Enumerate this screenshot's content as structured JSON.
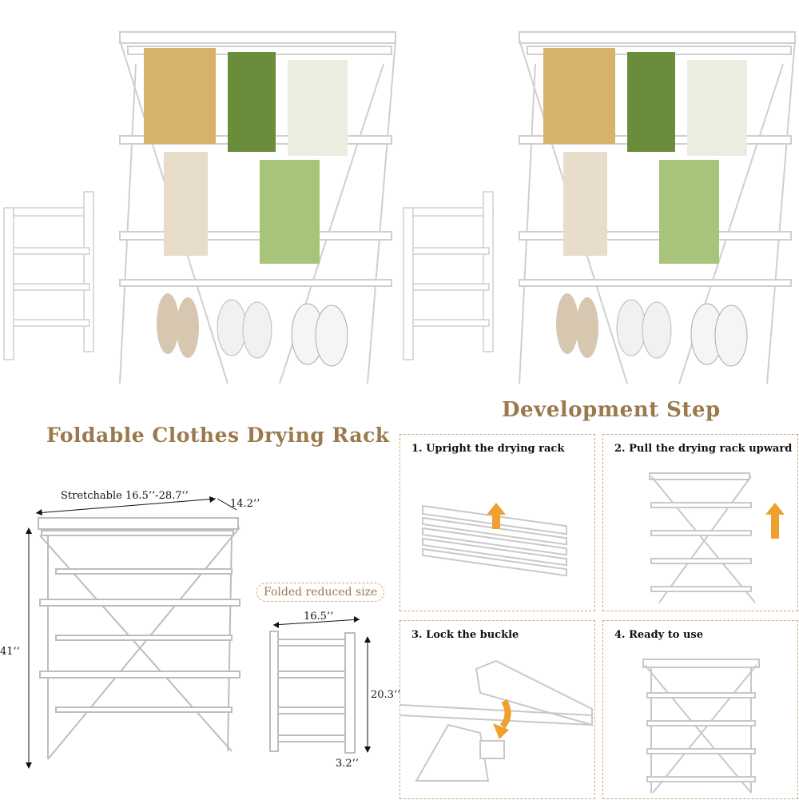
{
  "main_title": "Foldable Clothes Drying Rack",
  "steps_title": "Development Step",
  "dimensions": {
    "width_label": "Stretchable 16.5’’-28.7’’",
    "depth_label": "14.2’’",
    "height_label": "41’’",
    "folded_badge": "Folded reduced size",
    "folded_width": "16.5’’",
    "folded_height": "20.3’’",
    "folded_depth": "3.2’’"
  },
  "steps": [
    {
      "label": "1. Upright the drying rack"
    },
    {
      "label": "2. Pull the drying rack upward"
    },
    {
      "label": "3. Lock the buckle"
    },
    {
      "label": "4. Ready to use"
    }
  ],
  "colors": {
    "accent_gold": "#9a7a4c",
    "dashed_border": "#c8a97c",
    "arrow_orange": "#f0a030",
    "rack_white": "#ffffff",
    "rack_outline": "#c8c8c8"
  },
  "icons": [
    "rack-photo",
    "folded-rack-photo",
    "arrow-up-icon",
    "arrow-down-icon"
  ]
}
